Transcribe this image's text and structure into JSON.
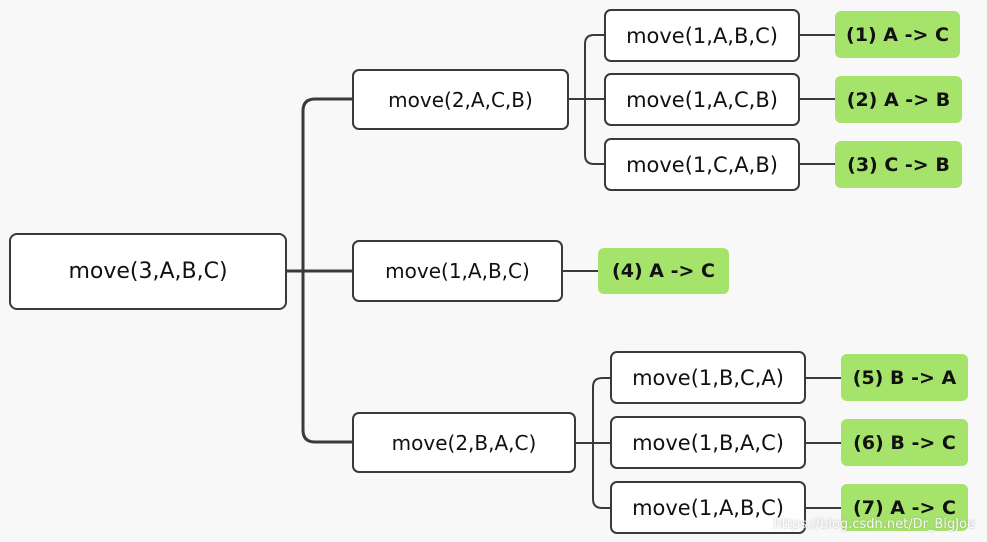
{
  "diagram": {
    "root": "move(3,A,B,C)",
    "branches": [
      {
        "label": "move(2,A,C,B)",
        "children": [
          {
            "label": "move(1,A,B,C)",
            "result": "(1) A -> C"
          },
          {
            "label": "move(1,A,C,B)",
            "result": "(2) A -> B"
          },
          {
            "label": "move(1,C,A,B)",
            "result": "(3) C -> B"
          }
        ]
      },
      {
        "label": "move(1,A,B,C)",
        "result": "(4) A -> C"
      },
      {
        "label": "move(2,B,A,C)",
        "children": [
          {
            "label": "move(1,B,C,A)",
            "result": "(5) B -> A"
          },
          {
            "label": "move(1,B,A,C)",
            "result": "(6) B -> C"
          },
          {
            "label": "move(1,A,B,C)",
            "result": "(7) A -> C"
          }
        ]
      }
    ]
  },
  "watermark": "https://blog.csdn.net/Dr_BigJoe",
  "colors": {
    "result_fill": "#a6e36a",
    "border": "#3a3a3a",
    "background": "#f8f8f8"
  }
}
